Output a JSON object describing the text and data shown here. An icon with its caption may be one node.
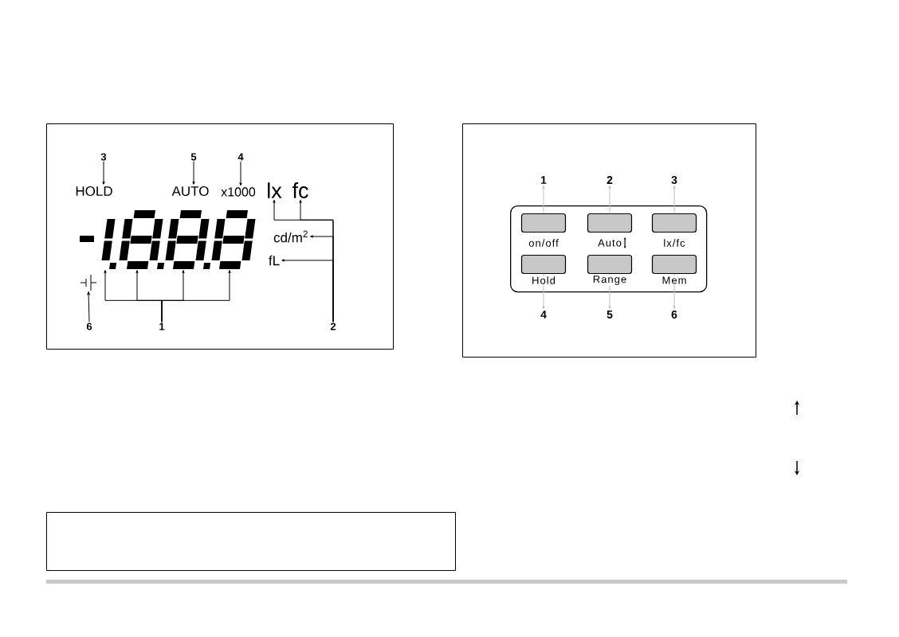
{
  "diagram": {
    "nodes": [
      {
        "text": [],
        "shape": "box"
      },
      {
        "text": [
          "3"
        ],
        "in": 0
      },
      {
        "text": [
          "HOLD"
        ],
        "in": 0
      },
      {
        "text": [
          "5"
        ],
        "in": 0
      },
      {
        "text": [
          "AUTO"
        ],
        "in": 0
      },
      {
        "text": [
          "4"
        ],
        "in": 0
      },
      {
        "text": [
          "x1000"
        ],
        "in": 0
      },
      {
        "text": [
          "lx"
        ],
        "in": 0
      },
      {
        "text": [
          "fc"
        ],
        "in": 0
      },
      {
        "text": [
          "cd/m$^{2}$"
        ],
        "in": 0
      },
      {
        "text": [
          "fL"
        ],
        "in": 0
      },
      {
        "text": [],
        "shape": "digit",
        "in": 0
      },
      {
        "text": [],
        "shape": "digit",
        "in": 0
      },
      {
        "text": [],
        "shape": "digit",
        "in": 0
      },
      {
        "text": [],
        "shape": "digit",
        "in": 0
      },
      {
        "text": [],
        "shape": "battery",
        "in": 0
      },
      {
        "text": [
          "6"
        ],
        "in": 0
      },
      {
        "text": [
          "1"
        ],
        "in": 0
      },
      {
        "text": [
          "2"
        ],
        "in": 0
      },
      {
        "text": [],
        "shape": "box"
      },
      {
        "text": [],
        "shape": "box",
        "in": 19
      },
      {
        "text": [],
        "shape": "button",
        "in": 20,
        "beside": [
          "on/off"
        ]
      },
      {
        "text": [],
        "shape": "button",
        "in": 20,
        "beside": [
          "Auto"
        ]
      },
      {
        "text": [],
        "shape": "button",
        "in": 20,
        "beside": [
          "lx/fc"
        ]
      },
      {
        "text": [],
        "shape": "button",
        "in": 20,
        "beside": [
          "Hold"
        ]
      },
      {
        "text": [],
        "shape": "button",
        "in": 20,
        "beside": [
          "Range"
        ]
      },
      {
        "text": [],
        "shape": "button",
        "in": 20,
        "beside": [
          "Mem"
        ]
      },
      {
        "text": [
          "1"
        ],
        "in": 19
      },
      {
        "text": [
          "2"
        ],
        "in": 19
      },
      {
        "text": [
          "3"
        ],
        "in": 19
      },
      {
        "text": [
          "4"
        ],
        "in": 19
      },
      {
        "text": [
          "5"
        ],
        "in": 19
      },
      {
        "text": [
          "6"
        ],
        "in": 19
      },
      {
        "text": [],
        "shape": "box"
      }
    ],
    "edges": [
      {
        "from": 1,
        "to": 2,
        "arrow": "to"
      },
      {
        "from": 3,
        "to": 4,
        "arrow": "to"
      },
      {
        "from": 5,
        "to": 6,
        "arrow": "to"
      },
      {
        "from": 16,
        "to": 15,
        "arrow": "to"
      },
      {
        "from": 17,
        "to": 11,
        "arrow": "to"
      },
      {
        "from": 17,
        "to": 12,
        "arrow": "to"
      },
      {
        "from": 17,
        "to": 13,
        "arrow": "to"
      },
      {
        "from": 17,
        "to": 14,
        "arrow": "to"
      },
      {
        "from": 18,
        "to": 7,
        "arrow": "to"
      },
      {
        "from": 18,
        "to": 8,
        "arrow": "to"
      },
      {
        "from": 18,
        "to": 9,
        "arrow": "to"
      },
      {
        "from": 18,
        "to": 10,
        "arrow": "to"
      },
      {
        "from": 21,
        "to": 27,
        "arrow": "to",
        "color": "#c0c0c0"
      },
      {
        "from": 22,
        "to": 28,
        "arrow": "to",
        "color": "#c0c0c0"
      },
      {
        "from": 23,
        "to": 29,
        "arrow": "to",
        "color": "#c0c0c0"
      },
      {
        "from": 24,
        "to": 30,
        "arrow": "to",
        "color": "#c0c0c0"
      },
      {
        "from": 25,
        "to": 31,
        "arrow": "to",
        "color": "#c0c0c0"
      },
      {
        "from": 26,
        "to": 32,
        "arrow": "to",
        "color": "#c0c0c0"
      }
    ]
  }
}
